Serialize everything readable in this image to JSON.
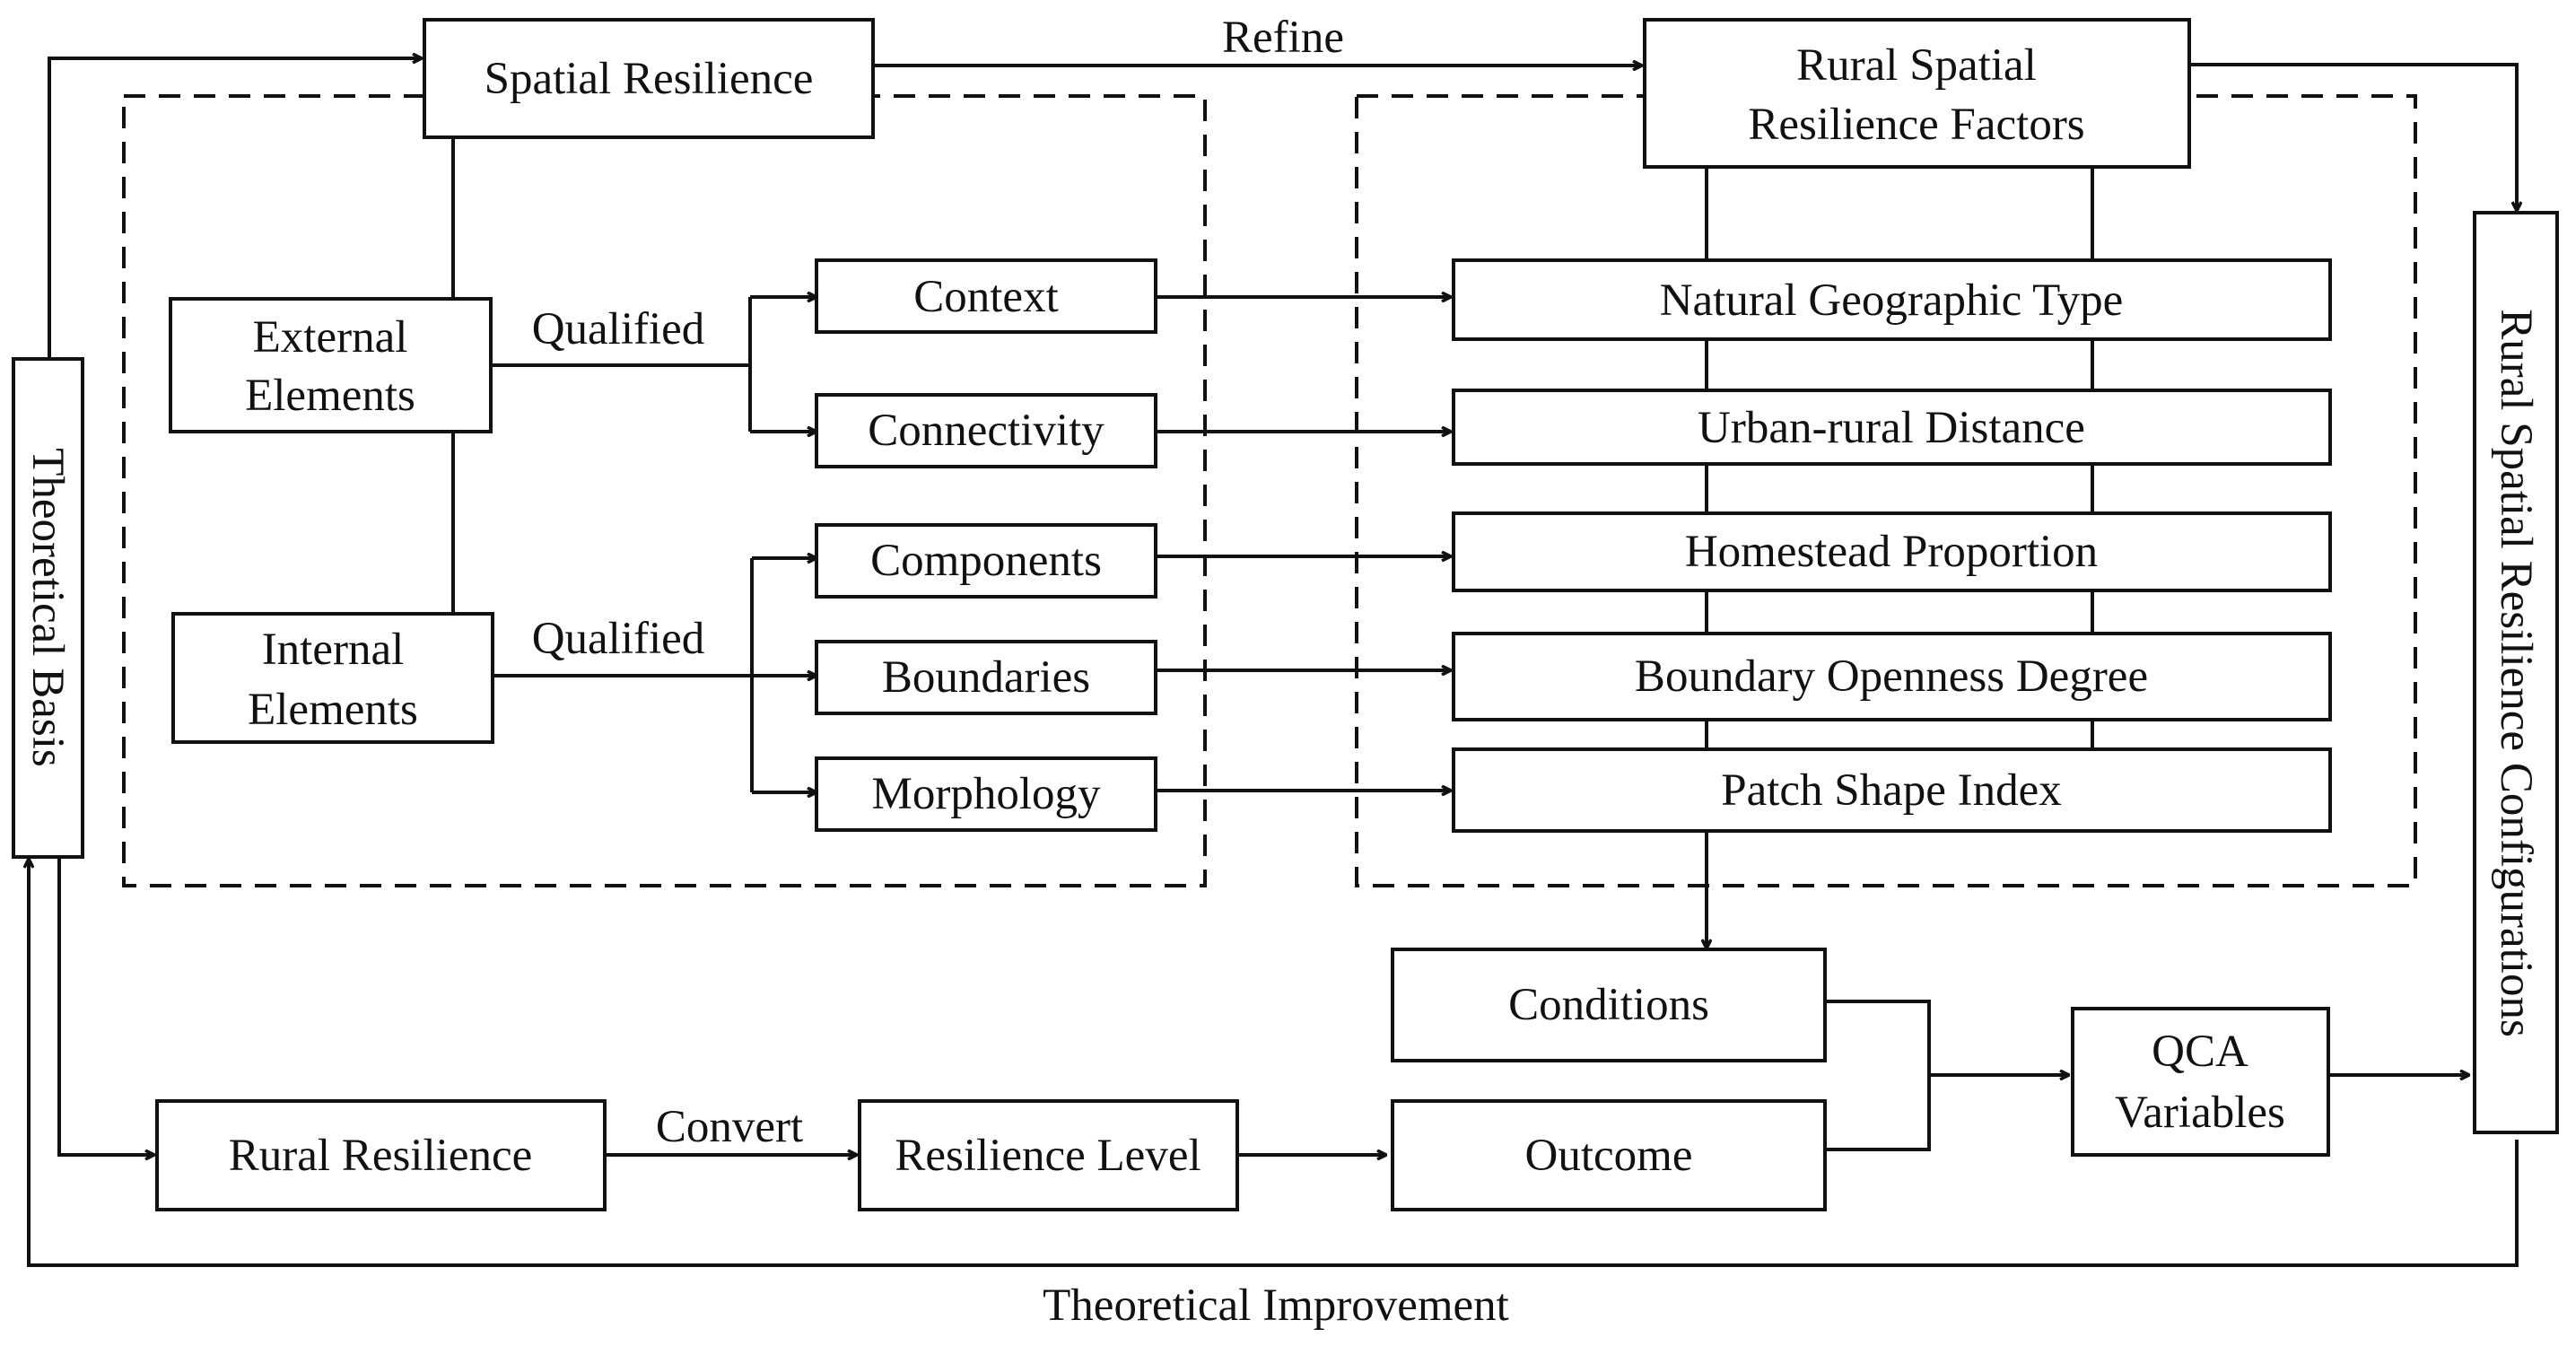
{
  "diagram": {
    "nodes": {
      "theoretical_basis": "Theoretical Basis",
      "spatial_resilience": "Spatial Resilience",
      "external_elements": [
        "External",
        "Elements"
      ],
      "internal_elements": [
        "Internal",
        "Elements"
      ],
      "context": "Context",
      "connectivity": "Connectivity",
      "components": "Components",
      "boundaries": "Boundaries",
      "morphology": "Morphology",
      "rural_spatial_resilience_factors": [
        "Rural Spatial",
        "Resilience Factors"
      ],
      "natural_geographic_type": "Natural Geographic Type",
      "urban_rural_distance": "Urban-rural Distance",
      "homestead_proportion": "Homestead Proportion",
      "boundary_openness_degree": "Boundary Openness Degree",
      "patch_shape_index": "Patch Shape Index",
      "conditions": "Conditions",
      "outcome": "Outcome",
      "qca_variables": [
        "QCA",
        "Variables"
      ],
      "rural_spatial_resilience_configurations": "Rural Spatial Resilience Configurations",
      "rural_resilience": "Rural Resilience",
      "resilience_level": "Resilience Level"
    },
    "edge_labels": {
      "refine": "Refine",
      "qualified_external": "Qualified",
      "qualified_internal": "Qualified",
      "convert": "Convert",
      "theoretical_improvement": "Theoretical Improvement"
    }
  }
}
